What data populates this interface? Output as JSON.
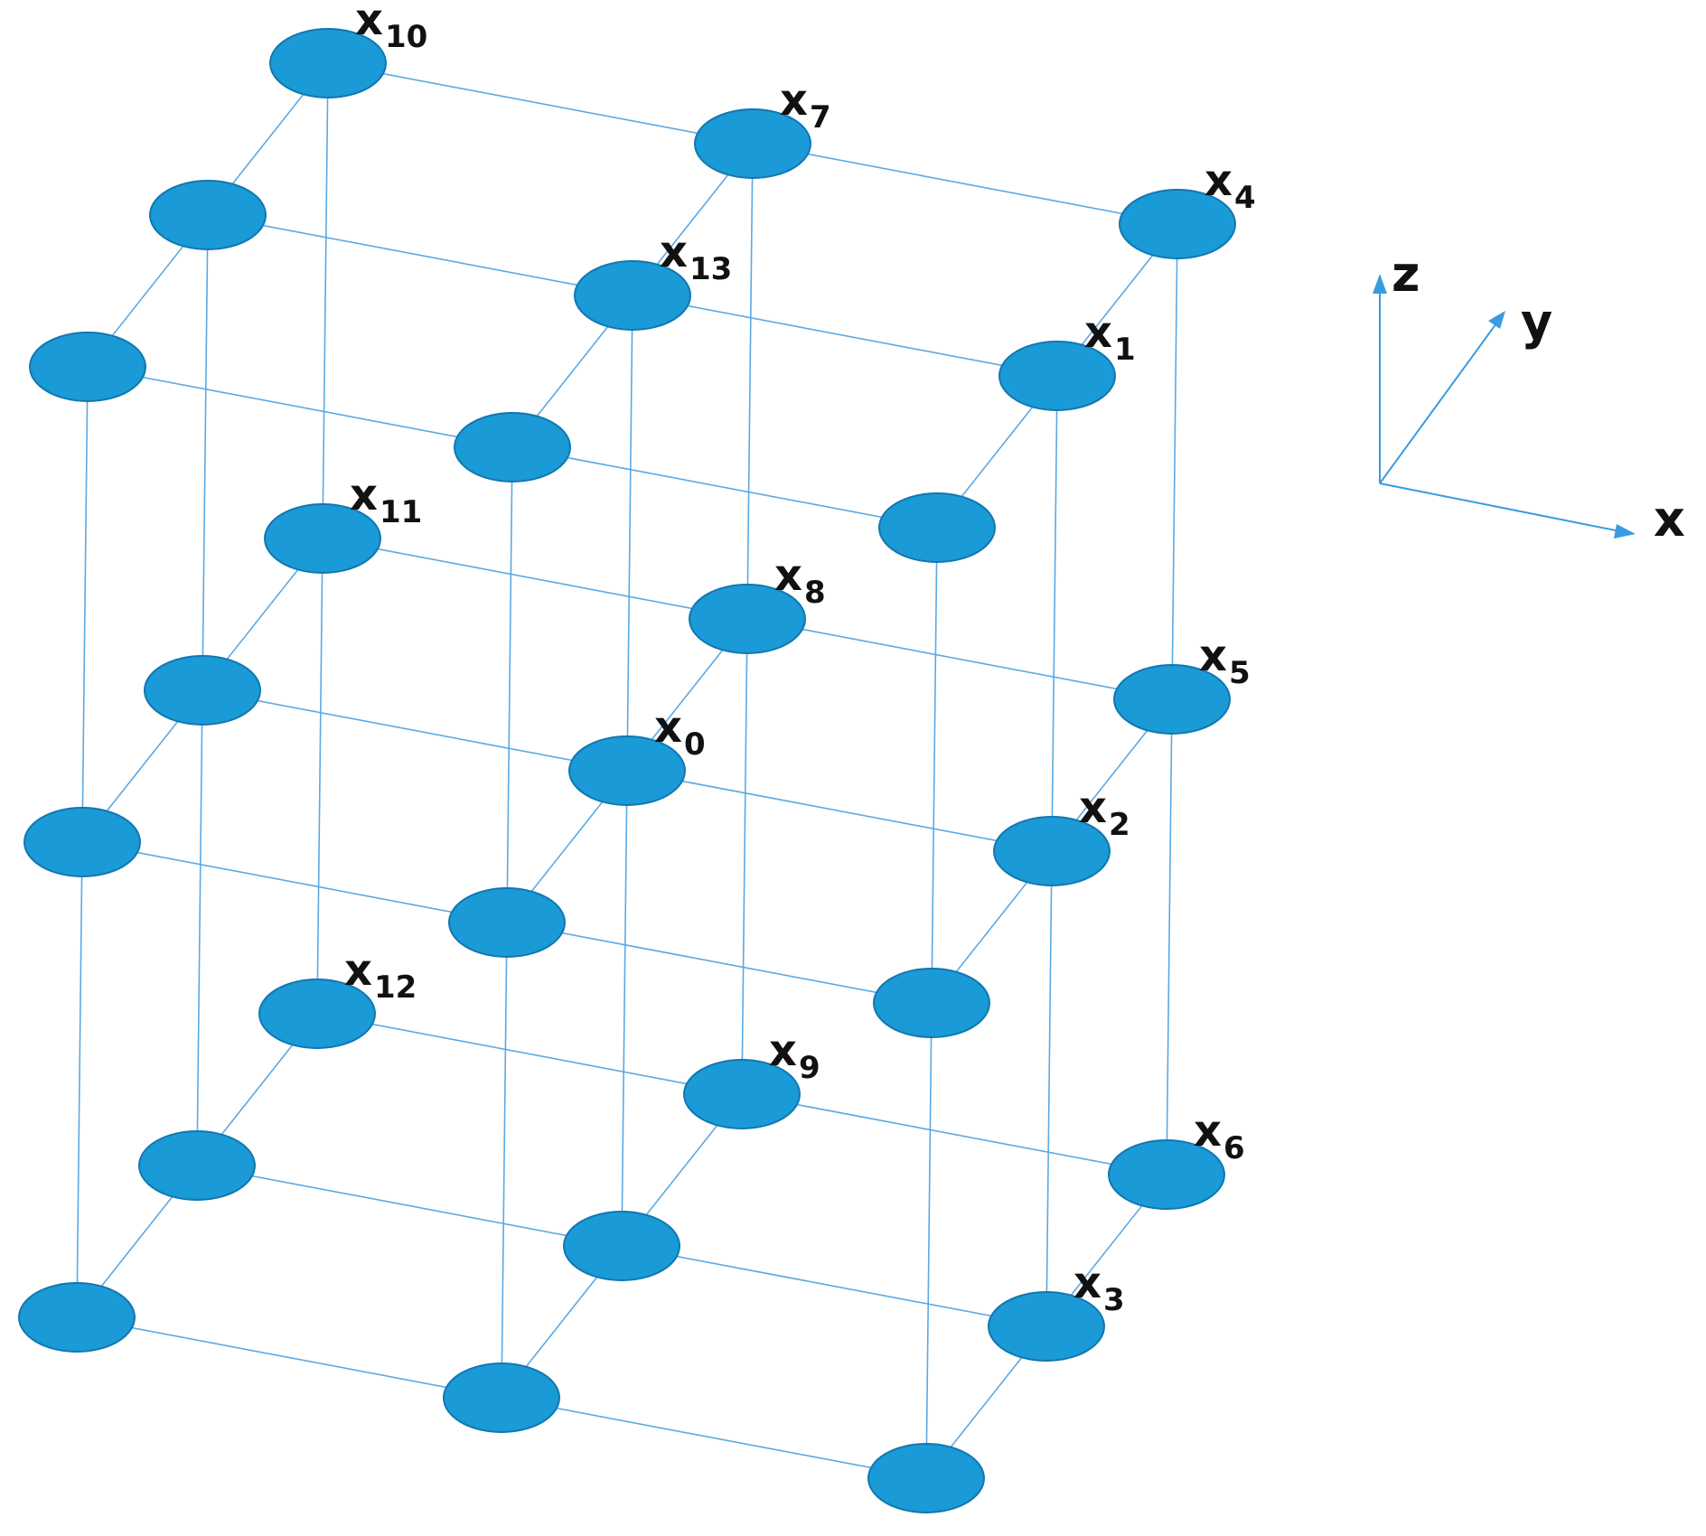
{
  "diagram": {
    "type": "3x3x3 lattice of nodes (stencil diagram)",
    "node_color": "#1a9ad6",
    "edge_color": "#5aa9e6",
    "labels": [
      {
        "id": "x10",
        "var": "x",
        "sub": "10",
        "node": [
          0,
          2,
          2
        ]
      },
      {
        "id": "x7",
        "var": "x",
        "sub": "7",
        "node": [
          1,
          2,
          2
        ]
      },
      {
        "id": "x4",
        "var": "x",
        "sub": "4",
        "node": [
          2,
          2,
          2
        ]
      },
      {
        "id": "x13",
        "var": "x",
        "sub": "13",
        "node": [
          1,
          1,
          2
        ]
      },
      {
        "id": "x1",
        "var": "x",
        "sub": "1",
        "node": [
          2,
          1,
          2
        ]
      },
      {
        "id": "x11",
        "var": "x",
        "sub": "11",
        "node": [
          0,
          2,
          1
        ]
      },
      {
        "id": "x8",
        "var": "x",
        "sub": "8",
        "node": [
          1,
          2,
          1
        ]
      },
      {
        "id": "x5",
        "var": "x",
        "sub": "5",
        "node": [
          2,
          2,
          1
        ]
      },
      {
        "id": "x0",
        "var": "x",
        "sub": "0",
        "node": [
          1,
          1,
          1
        ]
      },
      {
        "id": "x2",
        "var": "x",
        "sub": "2",
        "node": [
          2,
          1,
          1
        ]
      },
      {
        "id": "x12",
        "var": "x",
        "sub": "12",
        "node": [
          0,
          2,
          0
        ]
      },
      {
        "id": "x9",
        "var": "x",
        "sub": "9",
        "node": [
          1,
          2,
          0
        ]
      },
      {
        "id": "x6",
        "var": "x",
        "sub": "6",
        "node": [
          2,
          2,
          0
        ]
      },
      {
        "id": "x3",
        "var": "x",
        "sub": "3",
        "node": [
          2,
          1,
          0
        ]
      }
    ],
    "axes": {
      "x": "x",
      "y": "y",
      "z": "z"
    }
  }
}
